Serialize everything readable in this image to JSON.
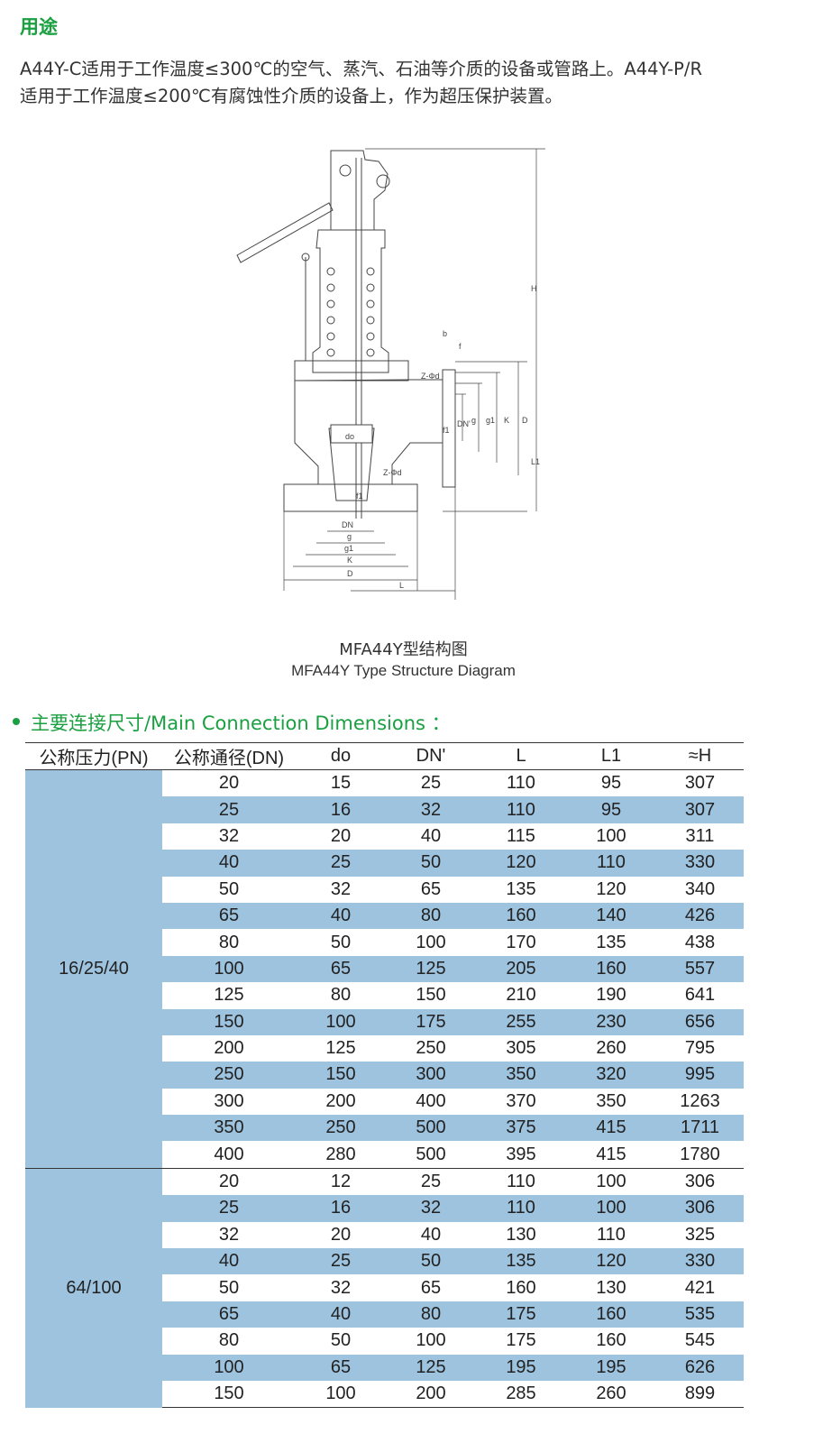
{
  "usage": {
    "title": "用途",
    "line1": "A44Y-C适用于工作温度≤300℃的空气、蒸汽、石油等介质的设备或管路上。A44Y-P/R",
    "line2": "适用于工作温度≤200℃有腐蚀性介质的设备上，作为超压保护装置。"
  },
  "diagram": {
    "labels": {
      "H": "H",
      "b": "b",
      "f": "f",
      "zd_top": "Z-Φd",
      "dn_prime": "DN'",
      "g": "g",
      "g1": "g1",
      "K": "K",
      "D": "D",
      "L1": "L1",
      "f1": "f1",
      "do": "do",
      "zd_bottom": "Z-Φd",
      "DN": "DN",
      "L": "L"
    },
    "caption_cn": "MFA44Y型结构图",
    "caption_en": "MFA44Y Type Structure Diagram"
  },
  "section": {
    "title": "主要连接尺寸/Main Connection Dimensions ："
  },
  "table": {
    "headers": [
      "公称压力(PN)",
      "公称通径(DN)",
      "do",
      "DN'",
      "L",
      "L1",
      "≈H"
    ],
    "groups": [
      {
        "pn": "16/25/40",
        "rows": [
          [
            "20",
            "15",
            "25",
            "110",
            "95",
            "307"
          ],
          [
            "25",
            "16",
            "32",
            "110",
            "95",
            "307"
          ],
          [
            "32",
            "20",
            "40",
            "115",
            "100",
            "311"
          ],
          [
            "40",
            "25",
            "50",
            "120",
            "110",
            "330"
          ],
          [
            "50",
            "32",
            "65",
            "135",
            "120",
            "340"
          ],
          [
            "65",
            "40",
            "80",
            "160",
            "140",
            "426"
          ],
          [
            "80",
            "50",
            "100",
            "170",
            "135",
            "438"
          ],
          [
            "100",
            "65",
            "125",
            "205",
            "160",
            "557"
          ],
          [
            "125",
            "80",
            "150",
            "210",
            "190",
            "641"
          ],
          [
            "150",
            "100",
            "175",
            "255",
            "230",
            "656"
          ],
          [
            "200",
            "125",
            "250",
            "305",
            "260",
            "795"
          ],
          [
            "250",
            "150",
            "300",
            "350",
            "320",
            "995"
          ],
          [
            "300",
            "200",
            "400",
            "370",
            "350",
            "1263"
          ],
          [
            "350",
            "250",
            "500",
            "375",
            "415",
            "1711"
          ],
          [
            "400",
            "280",
            "500",
            "395",
            "415",
            "1780"
          ]
        ]
      },
      {
        "pn": "64/100",
        "rows": [
          [
            "20",
            "12",
            "25",
            "110",
            "100",
            "306"
          ],
          [
            "25",
            "16",
            "32",
            "110",
            "100",
            "306"
          ],
          [
            "32",
            "20",
            "40",
            "130",
            "110",
            "325"
          ],
          [
            "40",
            "25",
            "50",
            "135",
            "120",
            "330"
          ],
          [
            "50",
            "32",
            "65",
            "160",
            "130",
            "421"
          ],
          [
            "65",
            "40",
            "80",
            "175",
            "160",
            "535"
          ],
          [
            "80",
            "50",
            "100",
            "175",
            "160",
            "545"
          ],
          [
            "100",
            "65",
            "125",
            "195",
            "195",
            "626"
          ],
          [
            "150",
            "100",
            "200",
            "285",
            "260",
            "899"
          ]
        ]
      }
    ]
  }
}
